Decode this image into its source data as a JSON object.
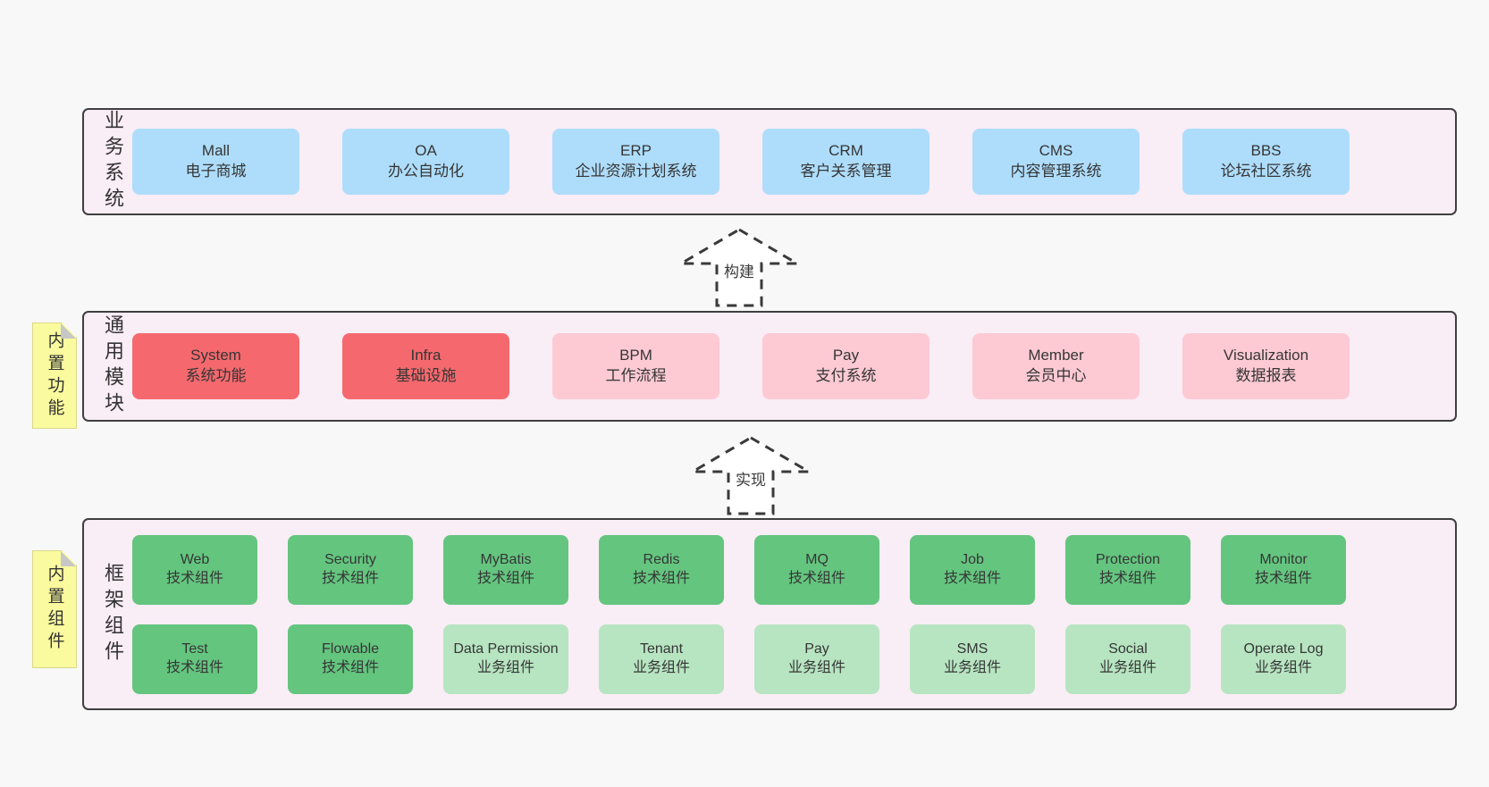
{
  "colors": {
    "page_background": "#f8f8f8",
    "layer_background": "#f9edf6",
    "layer_border": "#3f3f3f",
    "box_blue": "#aeddfb",
    "box_red": "#f5696e",
    "box_pink": "#fdcad4",
    "box_green": "#64c57f",
    "box_light_green": "#b7e5c1",
    "note_yellow": "#fafa9e",
    "note_fold_gray": "#c7c7c7"
  },
  "layers": [
    {
      "id": "business-systems",
      "label": "业务系统",
      "rows": [
        [
          {
            "name": "Mall",
            "desc": "电子商城",
            "color": "blue"
          },
          {
            "name": "OA",
            "desc": "办公自动化",
            "color": "blue"
          },
          {
            "name": "ERP",
            "desc": "企业资源计划系统",
            "color": "blue"
          },
          {
            "name": "CRM",
            "desc": "客户关系管理",
            "color": "blue"
          },
          {
            "name": "CMS",
            "desc": "内容管理系统",
            "color": "blue"
          },
          {
            "name": "BBS",
            "desc": "论坛社区系统",
            "color": "blue"
          }
        ]
      ]
    },
    {
      "id": "common-modules",
      "label": "通用模块",
      "rows": [
        [
          {
            "name": "System",
            "desc": "系统功能",
            "color": "red"
          },
          {
            "name": "Infra",
            "desc": "基础设施",
            "color": "red"
          },
          {
            "name": "BPM",
            "desc": "工作流程",
            "color": "pink"
          },
          {
            "name": "Pay",
            "desc": "支付系统",
            "color": "pink"
          },
          {
            "name": "Member",
            "desc": "会员中心",
            "color": "pink"
          },
          {
            "name": "Visualization",
            "desc": "数据报表",
            "color": "pink"
          }
        ]
      ]
    },
    {
      "id": "framework-components",
      "label": "框架组件",
      "rows": [
        [
          {
            "name": "Web",
            "desc": "技术组件",
            "color": "green"
          },
          {
            "name": "Security",
            "desc": "技术组件",
            "color": "green"
          },
          {
            "name": "MyBatis",
            "desc": "技术组件",
            "color": "green"
          },
          {
            "name": "Redis",
            "desc": "技术组件",
            "color": "green"
          },
          {
            "name": "MQ",
            "desc": "技术组件",
            "color": "green"
          },
          {
            "name": "Job",
            "desc": "技术组件",
            "color": "green"
          },
          {
            "name": "Protection",
            "desc": "技术组件",
            "color": "green"
          },
          {
            "name": "Monitor",
            "desc": "技术组件",
            "color": "green"
          }
        ],
        [
          {
            "name": "Test",
            "desc": "技术组件",
            "color": "green"
          },
          {
            "name": "Flowable",
            "desc": "技术组件",
            "color": "green"
          },
          {
            "name": "Data Permission",
            "desc": "业务组件",
            "color": "lightgreen"
          },
          {
            "name": "Tenant",
            "desc": "业务组件",
            "color": "lightgreen"
          },
          {
            "name": "Pay",
            "desc": "业务组件",
            "color": "lightgreen"
          },
          {
            "name": "SMS",
            "desc": "业务组件",
            "color": "lightgreen"
          },
          {
            "name": "Social",
            "desc": "业务组件",
            "color": "lightgreen"
          },
          {
            "name": "Operate Log",
            "desc": "业务组件",
            "color": "lightgreen"
          }
        ]
      ]
    }
  ],
  "arrows": [
    {
      "label": "构建"
    },
    {
      "label": "实现"
    }
  ],
  "notes": [
    {
      "text": "内置功能"
    },
    {
      "text": "内置组件"
    }
  ]
}
